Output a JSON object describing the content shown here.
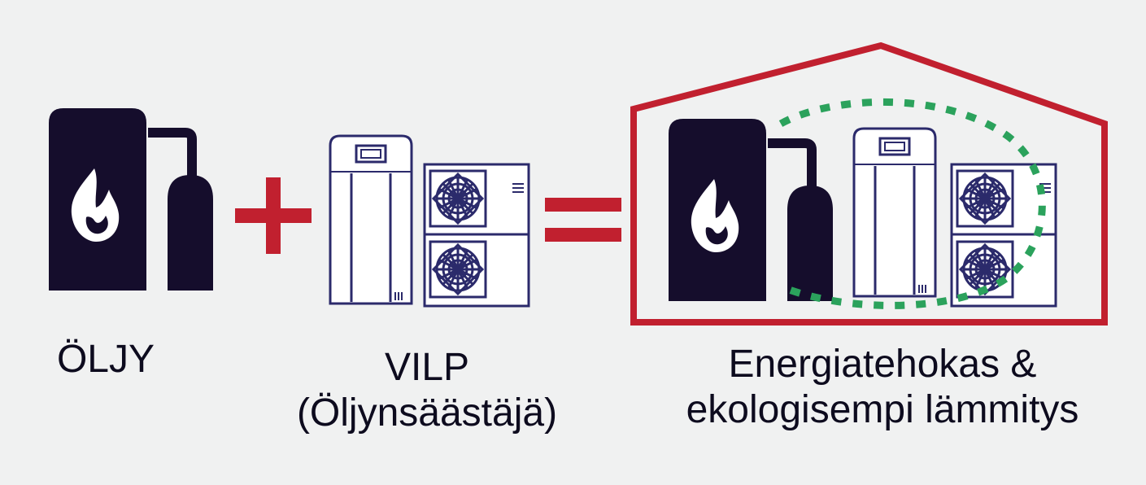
{
  "colors": {
    "background": "#f0f1f1",
    "dark_navy": "#150d2c",
    "outline_navy": "#2b2a6b",
    "accent_red": "#c1202f",
    "accent_green": "#2ba25c",
    "white": "#ffffff"
  },
  "oil": {
    "icon": "oil-boiler-icon",
    "label": "ÖLJY"
  },
  "operator_plus": "+",
  "vilp": {
    "icon": "air-water-heat-pump-icon",
    "line1": "VILP",
    "line2": "(Öljynsäästäjä)"
  },
  "operator_equals": "=",
  "result": {
    "icon": "house-hybrid-heating-icon",
    "line1": "Energiatehokas &",
    "line2": "ekologisempi lämmitys"
  }
}
